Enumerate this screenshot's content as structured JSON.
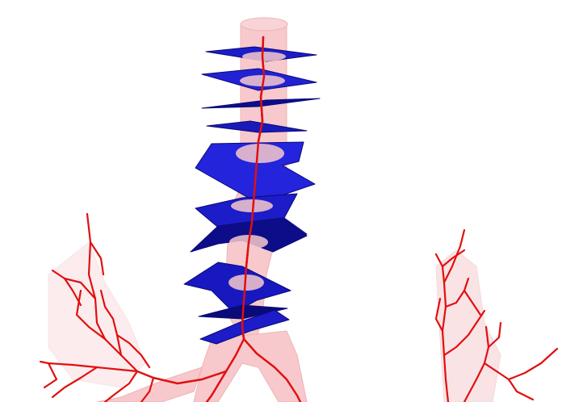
{
  "scene": {
    "subject": "airway-centerline-rendering",
    "colors": {
      "background": "#ffffff",
      "airway_surface": "#f7c9cc",
      "airway_surface_dark": "#efb2b6",
      "centerline": "#e01010",
      "plane_fill": "#1c1cc8",
      "plane_dark": "#0a0a78",
      "plane_light": "#3a3af0"
    },
    "icons": [
      "trachea",
      "cross-section-plane",
      "centerline-skeleton"
    ]
  }
}
